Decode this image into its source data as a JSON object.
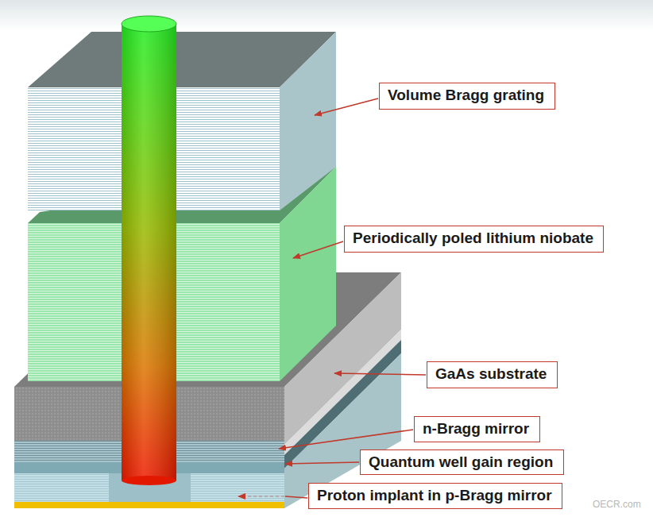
{
  "diagram": {
    "nodes": [
      {
        "text": [
          "Volume Bragg grating"
        ]
      },
      {
        "text": [
          "Periodically poled lithium niobate"
        ]
      },
      {
        "text": [
          "GaAs substrate"
        ]
      },
      {
        "text": [
          "n-Bragg mirror"
        ]
      },
      {
        "text": [
          "Quantum well gain region"
        ]
      },
      {
        "text": [
          "Proton implant in p-Bragg mirror"
        ]
      }
    ],
    "labels": [
      "OECR.com"
    ]
  }
}
